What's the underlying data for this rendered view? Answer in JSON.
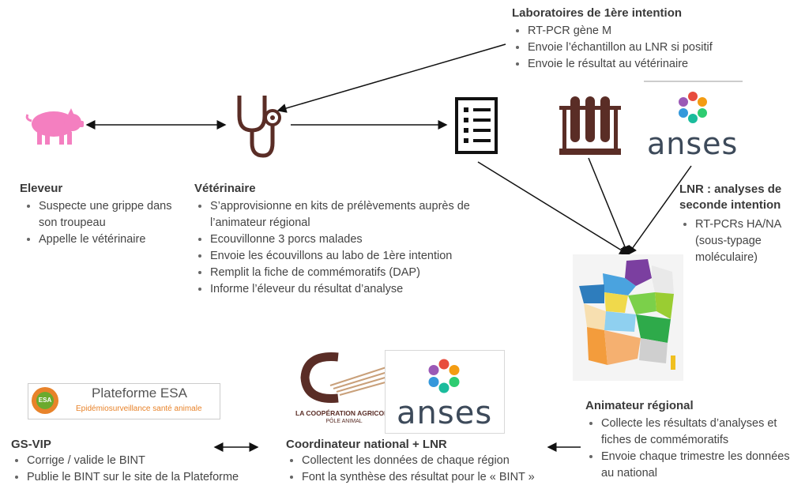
{
  "labo": {
    "title": "Laboratoires de 1ère intention",
    "items": [
      "RT-PCR gène M",
      "Envoie l’échantillon au LNR si positif",
      "Envoie le résultat au vétérinaire"
    ]
  },
  "eleveur": {
    "title": "Eleveur",
    "items": [
      "Suspecte une grippe dans son troupeau",
      "Appelle le vétérinaire"
    ]
  },
  "veterinaire": {
    "title": "Vétérinaire",
    "items": [
      "S’approvisionne en kits de prélèvements auprès de l’animateur régional",
      "Ecouvillonne 3 porcs malades",
      "Envoie les écouvillons au labo de 1ère intention",
      "Remplit la fiche de commémoratifs (DAP)",
      "Informe l’éleveur du résultat d’analyse"
    ]
  },
  "lnr": {
    "title": "LNR : analyses de seconde intention",
    "items": [
      "RT-PCRs HA/NA (sous-typage moléculaire)"
    ]
  },
  "animateur": {
    "title": "Animateur régional",
    "items": [
      "Collecte les résultats d’analyses et fiches de commémoratifs",
      "Envoie chaque trimestre les données au national"
    ]
  },
  "coordinateur": {
    "title": "Coordinateur national + LNR",
    "items": [
      "Collectent les données de chaque région",
      "Font la synthèse des résultat pour le « BINT »"
    ]
  },
  "gsvip": {
    "title": "GS-VIP",
    "items": [
      "Corrige / valide le BINT",
      "Publie le BINT sur le site de la Plateforme"
    ]
  },
  "logos": {
    "anses": "anses",
    "plateforme_title": "Plateforme ESA",
    "plateforme_sub": "Epidémiosurveillance santé animale",
    "esa_badge": "ESA",
    "coop_line1": "LA COOPÉRATION AGRICOLE",
    "coop_line2": "PÔLE ANIMAL"
  },
  "colors": {
    "pig": "#f47fc0",
    "brown": "#5a2d26",
    "anses_text": "#3d4a5a",
    "esa_orange": "#e8832a",
    "esa_green": "#6aaa2e"
  }
}
